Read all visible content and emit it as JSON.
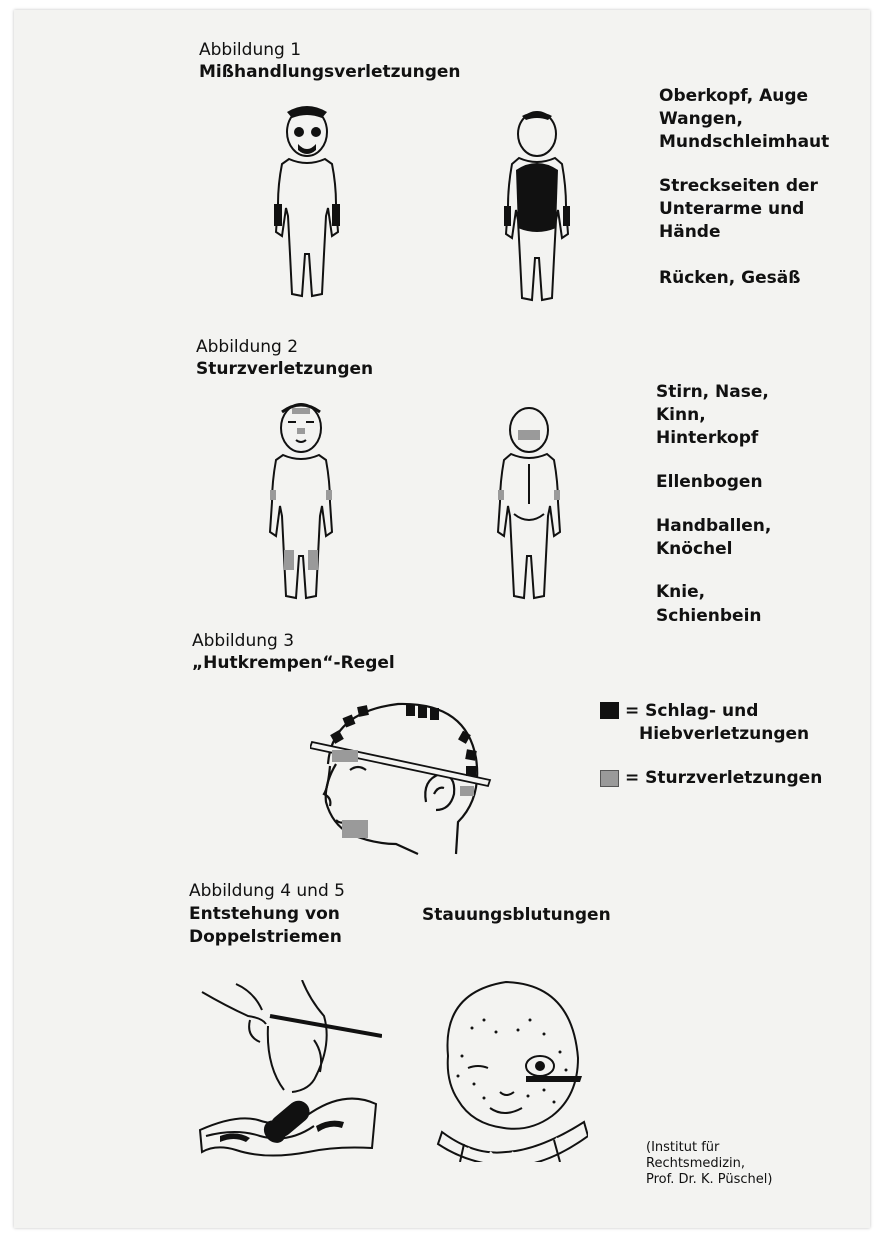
{
  "fig1": {
    "caption": "Abbildung 1",
    "title": "Mißhandlungsverletzungen",
    "sites": [
      "Oberkopf, Auge",
      "Wangen,",
      "Mundschleimhaut",
      "Streckseiten der",
      "Unterarme und",
      "Hände",
      "Rücken, Gesäß"
    ]
  },
  "fig2": {
    "caption": "Abbildung 2",
    "title": "Sturzverletzungen",
    "sites": [
      "Stirn, Nase,",
      "Kinn,",
      "Hinterkopf",
      "Ellenbogen",
      "Handballen,",
      "Knöchel",
      "Knie,",
      "Schienbein"
    ]
  },
  "fig3": {
    "caption": "Abbildung 3",
    "title": "„Hutkrempen“-Regel",
    "legend": {
      "blow_line1": "= Schlag- und",
      "blow_line2": "Hiebverletzungen",
      "fall": "= Sturzverletzungen"
    }
  },
  "fig45": {
    "caption": "Abbildung 4 und 5",
    "title_line1": "Entstehung von",
    "title_line2": "Doppelstriemen",
    "title_right": "Stauungsblutungen"
  },
  "credit": [
    "(Institut für",
    "Rechtsmedizin,",
    "Prof. Dr. K. Püschel)"
  ],
  "colors": {
    "ink": "#111111",
    "paper": "#f3f3f1",
    "hatch": "#9a9a9a"
  }
}
